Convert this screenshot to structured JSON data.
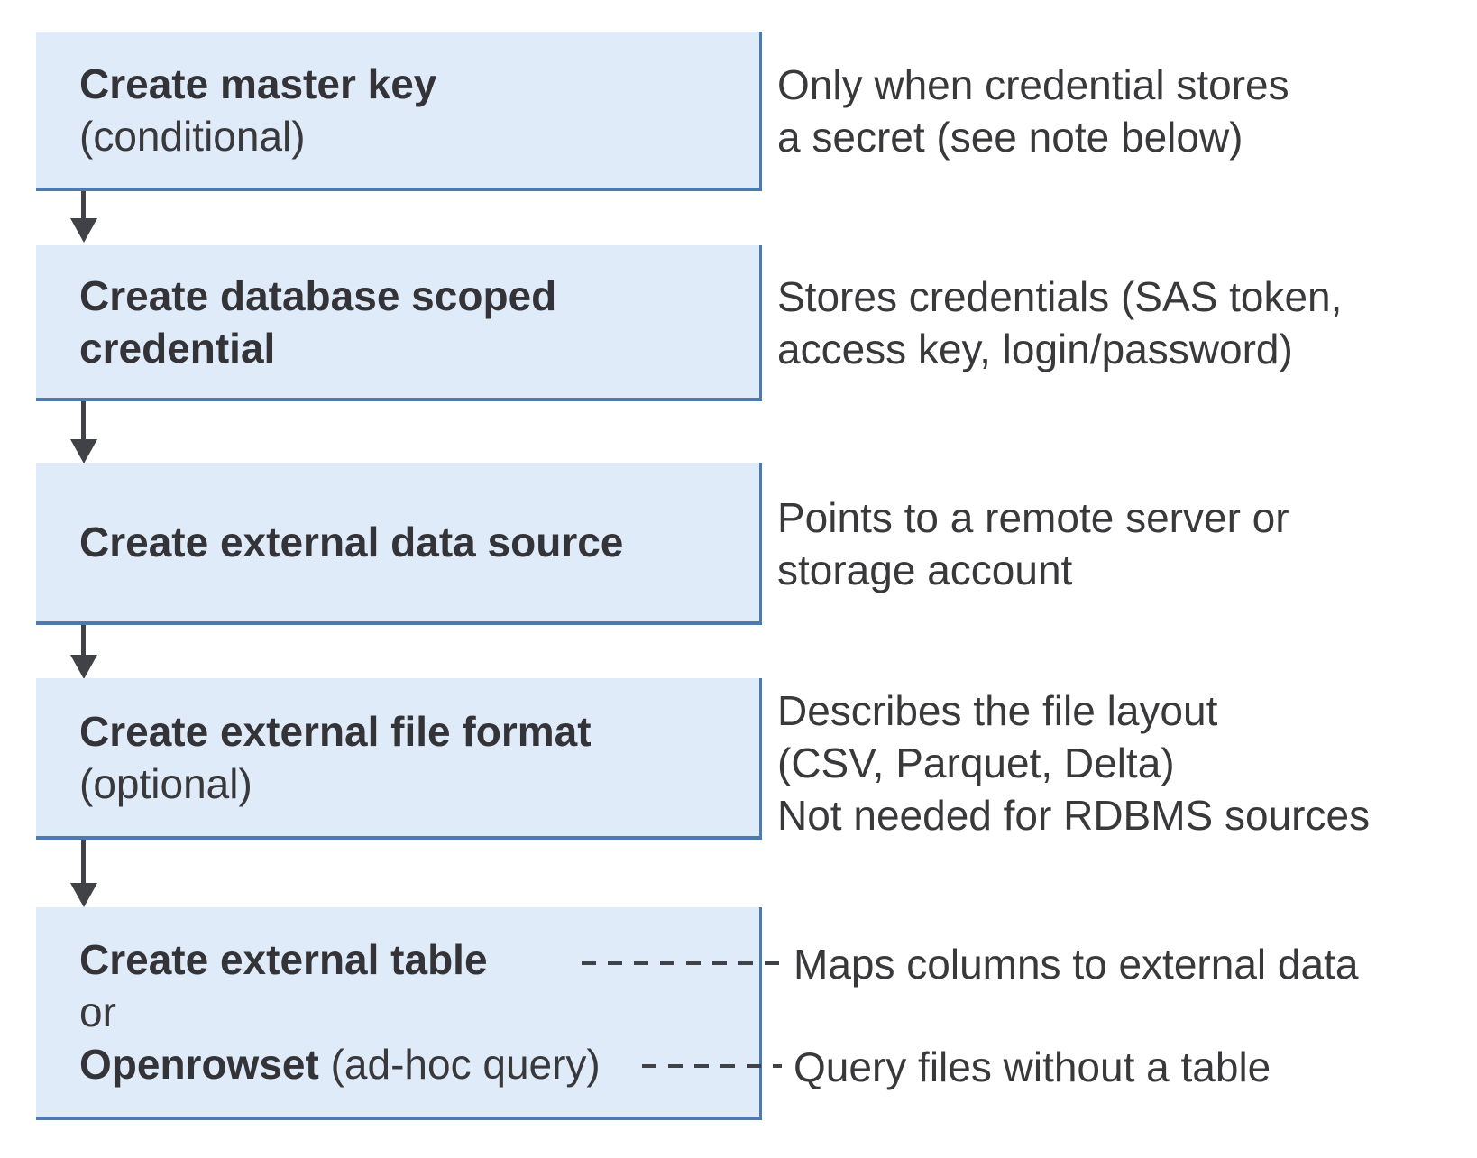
{
  "colors": {
    "box_fill": "#e0ebfa",
    "box_border": "#4b7ab1",
    "text": "#39393c",
    "arrow": "#404247"
  },
  "steps": [
    {
      "lines": [
        "Create master key",
        "(conditional)"
      ],
      "note_lines": [
        "Only when credential stores",
        "a secret (see note below)"
      ]
    },
    {
      "lines": [
        "Create database scoped",
        "credential"
      ],
      "note_lines": [
        "Stores credentials (SAS token,",
        "access key, login/password)"
      ]
    },
    {
      "lines": [
        "Create external data source"
      ],
      "note_lines": [
        "Points to a remote server or",
        "storage account"
      ]
    },
    {
      "lines": [
        "Create external file format",
        "(optional)"
      ],
      "note_lines": [
        "Describes the file layout",
        "(CSV, Parquet, Delta)",
        "Not needed for RDBMS sources"
      ]
    },
    {
      "lines": [
        "Create external table",
        "or"
      ],
      "openrowset": "Openrowset",
      "openrowset_suffix": " (ad-hoc query)",
      "annotations": [
        "Maps columns to external data",
        "Query files without a table"
      ]
    }
  ]
}
